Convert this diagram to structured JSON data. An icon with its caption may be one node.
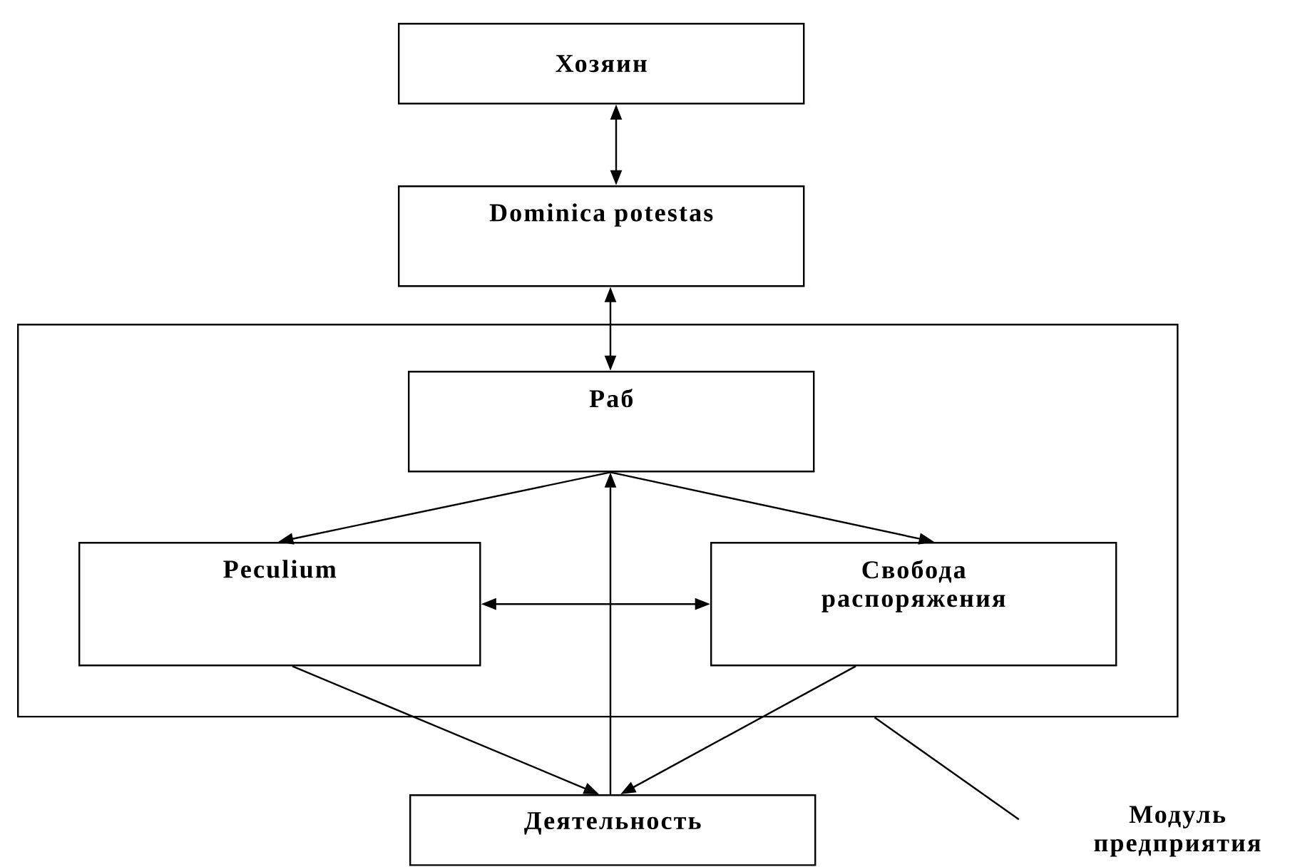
{
  "diagram": {
    "nodes": [
      {
        "text": [
          "Хозяин"
        ]
      },
      {
        "text": [
          "Dominica potestas"
        ]
      },
      {
        "text": [],
        "shape": "box"
      },
      {
        "text": [
          "Раб"
        ],
        "in": 2
      },
      {
        "text": [
          "Peculium"
        ],
        "in": 2
      },
      {
        "text": [
          "Свобода распоряжения"
        ],
        "in": 2
      },
      {
        "text": [
          "Деятельность"
        ]
      },
      {
        "text": [
          "Модуль предприятия"
        ]
      }
    ],
    "edges": [
      {
        "from": 0,
        "to": 1,
        "arrow": "both"
      },
      {
        "from": 1,
        "to": 3,
        "arrow": "both"
      },
      {
        "from": 3,
        "to": 4,
        "arrow": "to"
      },
      {
        "from": 3,
        "to": 5,
        "arrow": "to"
      },
      {
        "from": 6,
        "to": 3,
        "arrow": "to"
      },
      {
        "from": 4,
        "to": 5,
        "arrow": "both"
      },
      {
        "from": 4,
        "to": 6,
        "arrow": "to"
      },
      {
        "from": 5,
        "to": 6,
        "arrow": "to"
      },
      {
        "from": 7,
        "to": 2,
        "arrow": "none"
      }
    ]
  }
}
